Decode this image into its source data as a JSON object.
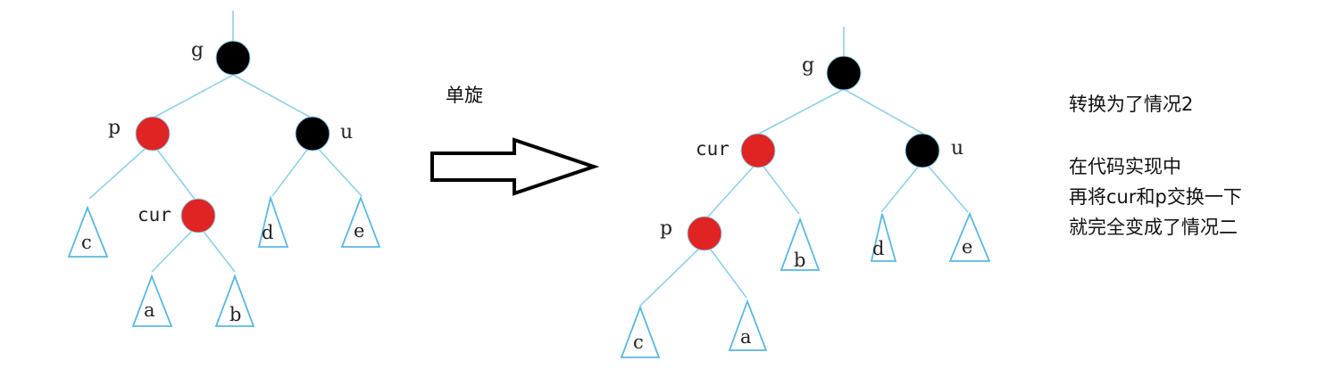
{
  "colors": {
    "black_node": "#000000",
    "red_node": "#e02424",
    "edge": "#8fd0ea",
    "subtree": "#5bb8e0"
  },
  "rotation_label": "单旋",
  "before": {
    "nodes": {
      "g": "g",
      "p": "p",
      "u": "u",
      "cur": "cur"
    },
    "subtrees": {
      "c": "c",
      "a": "a",
      "b": "b",
      "d": "d",
      "e": "e"
    }
  },
  "after": {
    "nodes": {
      "g": "g",
      "cur": "cur",
      "u": "u",
      "p": "p"
    },
    "subtrees": {
      "c": "c",
      "a": "a",
      "b": "b",
      "d": "d",
      "e": "e"
    }
  },
  "notes": {
    "line1": "转换为了情况2",
    "line2": "在代码实现中",
    "line3": "再将cur和p交换一下",
    "line4": "就完全变成了情况二"
  }
}
